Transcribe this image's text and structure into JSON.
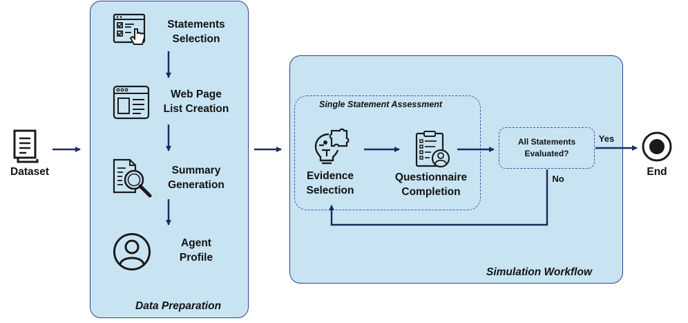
{
  "dataset": {
    "label": "Dataset"
  },
  "data_preparation": {
    "title": "Data Preparation",
    "steps": [
      {
        "label_line1": "Statements",
        "label_line2": "Selection",
        "icon": "checklist-touch-icon"
      },
      {
        "label_line1": "Web Page",
        "label_line2": "List Creation",
        "icon": "browser-window-icon"
      },
      {
        "label_line1": "Summary",
        "label_line2": "Generation",
        "icon": "document-magnifier-icon"
      },
      {
        "label_line1": "Agent",
        "label_line2": "Profile",
        "icon": "user-profile-icon"
      }
    ]
  },
  "simulation_workflow": {
    "title": "Simulation Workflow",
    "assessment": {
      "title": "Single Statement Assessment",
      "evidence": {
        "label_line1": "Evidence",
        "label_line2": "Selection",
        "icon": "lightbulb-puzzle-icon"
      },
      "questionnaire": {
        "label_line1": "Questionnaire",
        "label_line2": "Completion",
        "icon": "clipboard-user-icon"
      }
    },
    "decision": {
      "line1": "All Statements",
      "line2": "Evaluated?",
      "yes": "Yes",
      "no": "No"
    }
  },
  "end": {
    "label": "End"
  },
  "colors": {
    "panel": "#c8e4f3",
    "border": "#2e3d86",
    "arrow": "#1c2a5e",
    "icon": "#1a1a1a"
  }
}
